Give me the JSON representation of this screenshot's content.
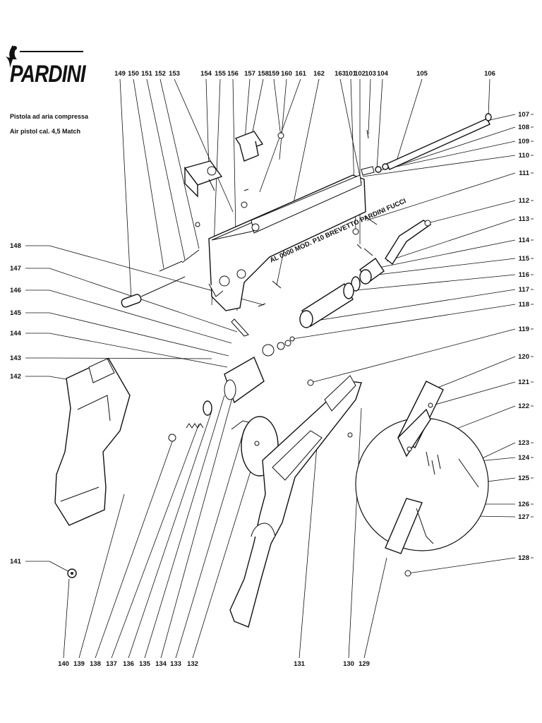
{
  "brand": {
    "name": "PARDINI",
    "subtitle_line1": "Pistola ad aria compressa",
    "subtitle_line2": "Air pistol cal. 4,5   Match"
  },
  "barrel_inscription": "AL 0000 MOD. P10 BREVETTO  PARDINI FUCCI",
  "callouts": {
    "top": [
      "149",
      "150",
      "151",
      "152",
      "153",
      "154",
      "155",
      "156",
      "157",
      "158",
      "159",
      "160",
      "161",
      "162",
      "163",
      "101",
      "102",
      "103",
      "104",
      "105",
      "106"
    ],
    "right": [
      "107",
      "108",
      "109",
      "110",
      "111",
      "112",
      "113",
      "114",
      "115",
      "116",
      "117",
      "118",
      "119",
      "120",
      "121",
      "122",
      "123",
      "124",
      "125",
      "126",
      "127",
      "128"
    ],
    "left": [
      "148",
      "147",
      "146",
      "145",
      "144",
      "143",
      "142",
      "141"
    ],
    "bottom": [
      "140",
      "139",
      "138",
      "137",
      "136",
      "135",
      "134",
      "133",
      "132",
      "131",
      "130",
      "129"
    ]
  }
}
